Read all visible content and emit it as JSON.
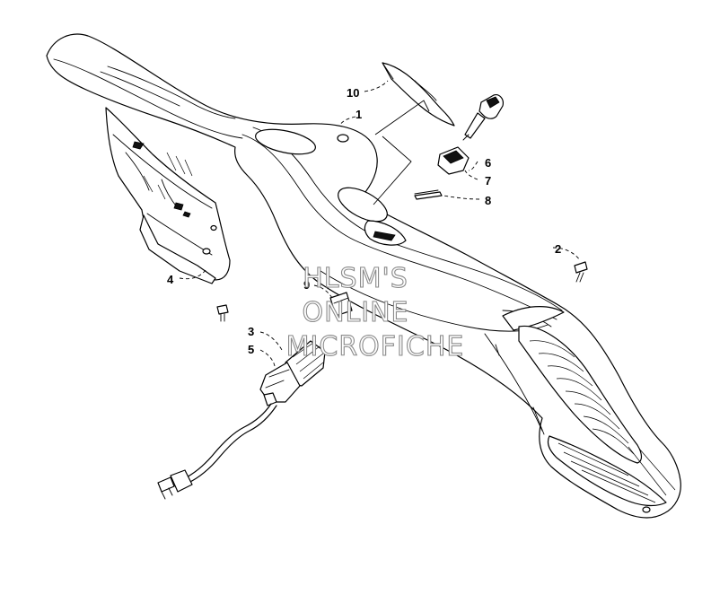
{
  "callouts": {
    "c1": "1",
    "c2": "2",
    "c3": "3",
    "c4": "4",
    "c5": "5",
    "c6": "6",
    "c7": "7",
    "c8": "8",
    "c9": "9",
    "c10": "10"
  },
  "watermark": {
    "line1": "HLSM'S",
    "line2": "ONLINE",
    "line3": "MICROFICHE"
  },
  "colors": {
    "line": "#000000",
    "background": "#ffffff",
    "watermark_outline": "#8a8a8a"
  }
}
